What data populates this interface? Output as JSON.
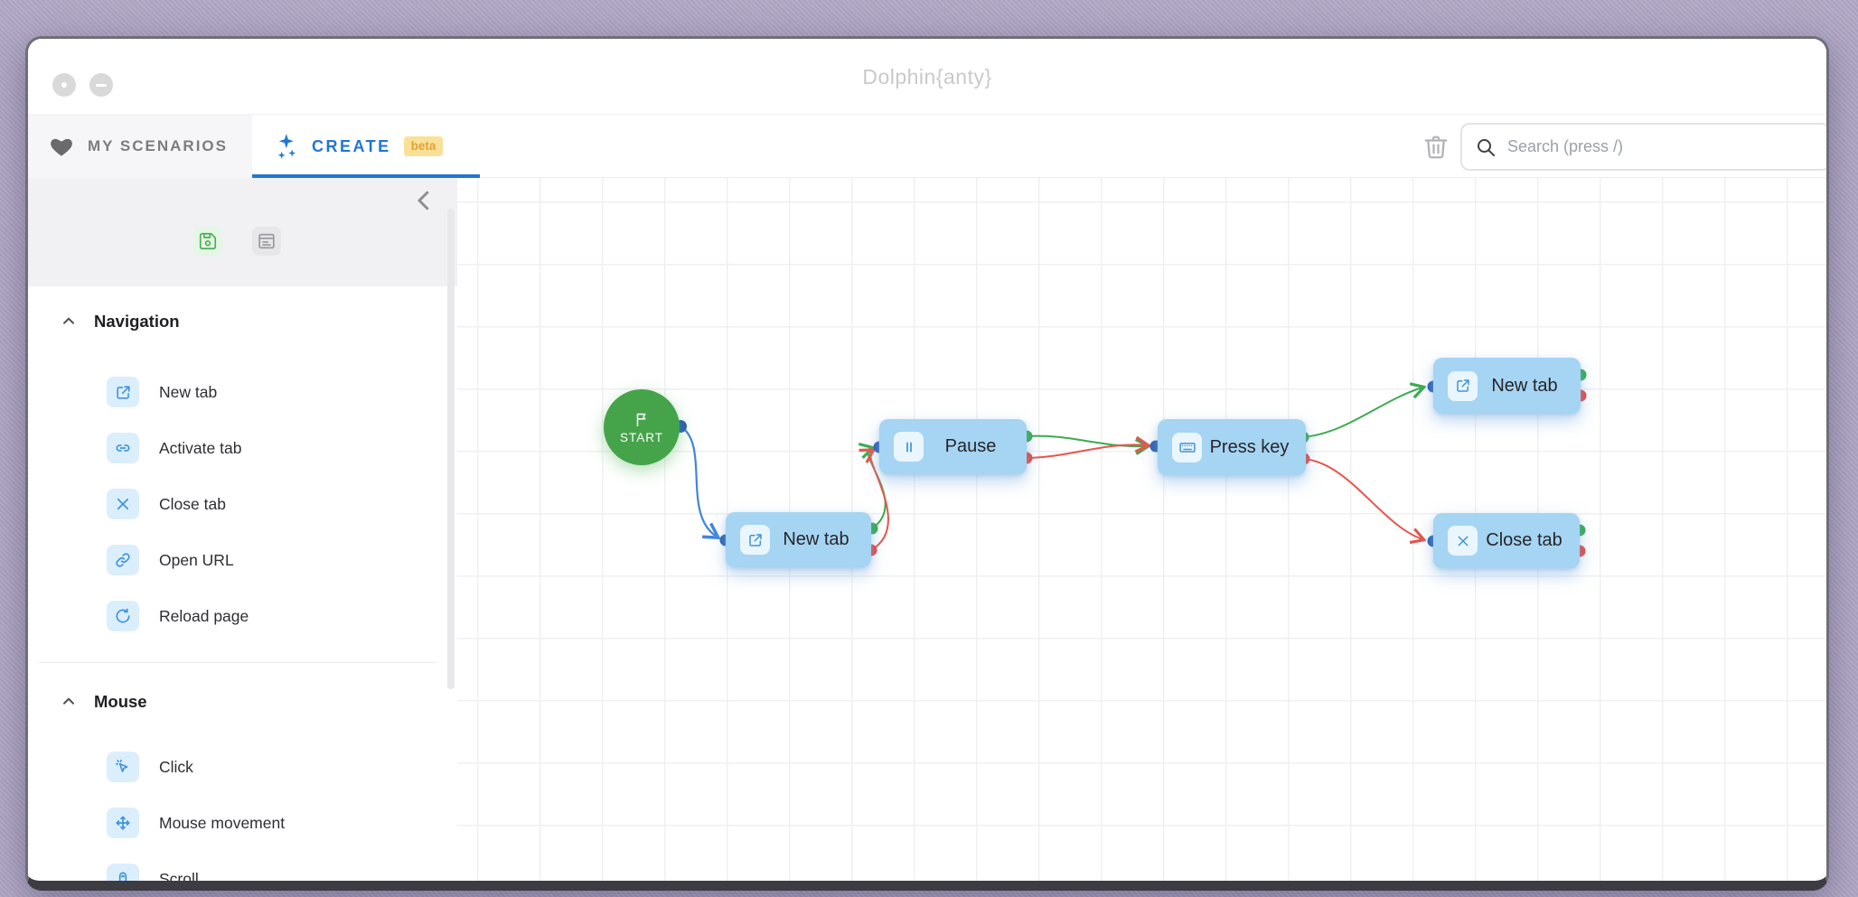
{
  "window": {
    "title": "Dolphin{anty}"
  },
  "tabs": [
    {
      "label": "MY SCENARIOS",
      "icon": "heart-icon",
      "active": false
    },
    {
      "label": "CREATE",
      "icon": "sparkles-icon",
      "badge": "beta",
      "active": true
    }
  ],
  "toolbar": {
    "trash_icon": "trash-icon",
    "search_placeholder": "Search (press /)"
  },
  "sidebar": {
    "tool_icons": [
      "save-icon",
      "notes-icon"
    ],
    "collapse_icon": "chevron-left-icon",
    "sections": [
      {
        "title": "Navigation",
        "items": [
          {
            "label": "New tab",
            "icon": "external-link-icon"
          },
          {
            "label": "Activate tab",
            "icon": "link-icon"
          },
          {
            "label": "Close tab",
            "icon": "close-icon"
          },
          {
            "label": "Open URL",
            "icon": "url-link-icon"
          },
          {
            "label": "Reload page",
            "icon": "reload-icon"
          }
        ]
      },
      {
        "title": "Mouse",
        "items": [
          {
            "label": "Click",
            "icon": "cursor-click-icon"
          },
          {
            "label": "Mouse movement",
            "icon": "move-icon"
          },
          {
            "label": "Scroll",
            "icon": "mouse-scroll-icon"
          }
        ]
      }
    ]
  },
  "canvas": {
    "start_label": "START",
    "nodes": [
      {
        "label": "New tab",
        "icon": "external-link-icon"
      },
      {
        "label": "Pause",
        "icon": "pause-icon"
      },
      {
        "label": "Press key",
        "icon": "keyboard-icon"
      },
      {
        "label": "New tab",
        "icon": "external-link-icon"
      },
      {
        "label": "Close tab",
        "icon": "close-icon"
      }
    ],
    "edges": [
      {
        "from": "START",
        "to": "New tab",
        "color": "blue"
      },
      {
        "from": "New tab",
        "port": "success",
        "to": "Pause",
        "color": "green"
      },
      {
        "from": "New tab",
        "port": "error",
        "to": "Pause",
        "color": "red"
      },
      {
        "from": "Pause",
        "port": "success",
        "to": "Press key",
        "color": "green"
      },
      {
        "from": "Pause",
        "port": "error",
        "to": "Press key",
        "color": "red"
      },
      {
        "from": "Press key",
        "port": "success",
        "to": "New tab",
        "color": "green"
      },
      {
        "from": "Press key",
        "port": "error",
        "to": "Close tab",
        "color": "red"
      }
    ]
  },
  "colors": {
    "accent_blue": "#2276d2",
    "node_fill": "#a6d4f3",
    "node_icon_blue": "#3e92dc",
    "start_green": "#45a44a",
    "edge_blue": "#4285d8",
    "edge_green": "#3cab4f",
    "edge_red": "#e8554a",
    "dot_blue": "#2a5db0",
    "dot_green": "#36a94c",
    "dot_red": "#e8453c",
    "beta_bg": "#fbe097",
    "beta_text": "#e0a23a"
  }
}
